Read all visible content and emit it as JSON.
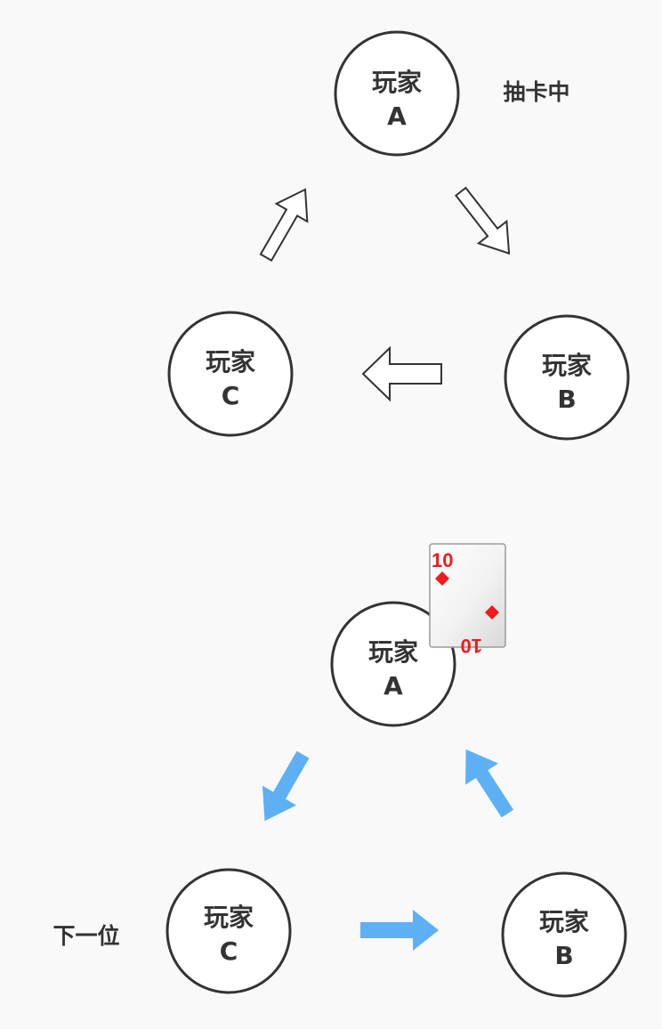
{
  "colors": {
    "background": "#f9f9f9",
    "node_stroke": "#333333",
    "text": "#333333",
    "arrow_outline_fill": "#ffffff",
    "arrow_outline_stroke": "#333333",
    "arrow_accent": "#5eb0f5",
    "card_suit": "#ee1c1c"
  },
  "top_diagram": {
    "node_a": {
      "line1": "玩家",
      "line2": "A"
    },
    "node_b": {
      "line1": "玩家",
      "line2": "B"
    },
    "node_c": {
      "line1": "玩家",
      "line2": "C"
    },
    "status_note": "抽卡中",
    "arrow_icons": [
      "outline-arrow-icon",
      "outline-arrow-icon",
      "outline-arrow-icon"
    ]
  },
  "bottom_diagram": {
    "node_a": {
      "line1": "玩家",
      "line2": "A"
    },
    "node_b": {
      "line1": "玩家",
      "line2": "B"
    },
    "node_c": {
      "line1": "玩家",
      "line2": "C"
    },
    "status_note": "下一位",
    "card": {
      "rank": "10",
      "suit": "diamond"
    },
    "arrow_icons": [
      "blue-arrow-icon",
      "blue-arrow-icon",
      "blue-arrow-icon"
    ]
  }
}
